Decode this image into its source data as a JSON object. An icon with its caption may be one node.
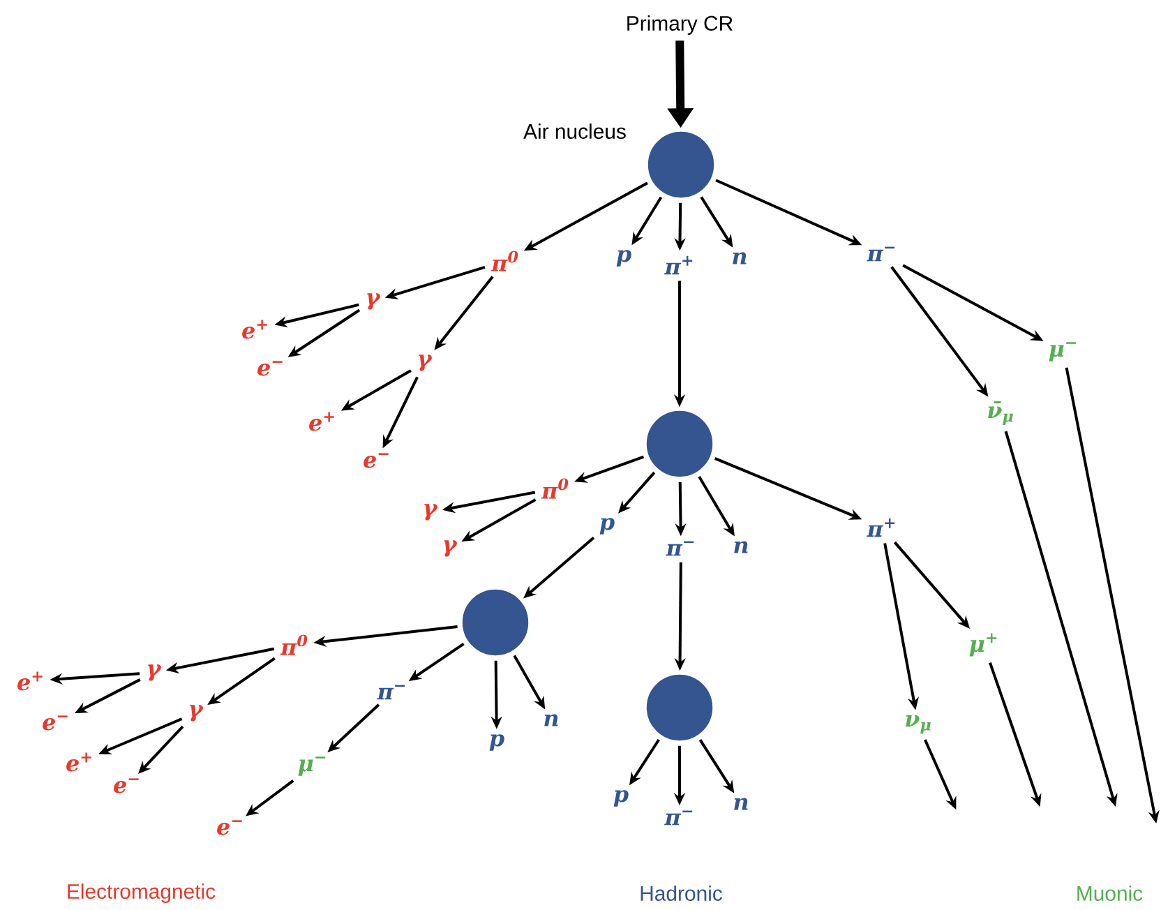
{
  "diagram": {
    "nodes": [
      {
        "text": [
          "Primary CR"
        ]
      },
      {
        "text": [],
        "shape": "circle",
        "beside": [
          "Air nucleus"
        ]
      },
      {
        "text": [
          "π$^{0}$"
        ]
      },
      {
        "text": [
          "p"
        ]
      },
      {
        "text": [
          "π$^{+}$"
        ]
      },
      {
        "text": [
          "n"
        ]
      },
      {
        "text": [
          "π$^{−}$"
        ]
      },
      {
        "text": [
          "γ"
        ]
      },
      {
        "text": [
          "e$^{+}$"
        ]
      },
      {
        "text": [
          "e$^{−}$"
        ]
      },
      {
        "text": [
          "γ"
        ]
      },
      {
        "text": [
          "e$^{+}$"
        ]
      },
      {
        "text": [
          "e$^{−}$"
        ]
      },
      {
        "text": [
          "μ$^{−}$"
        ]
      },
      {
        "text": [
          "ν̄$_{μ}$"
        ]
      },
      {
        "text": [],
        "shape": "circle"
      },
      {
        "text": [
          "π$^{0}$"
        ]
      },
      {
        "text": [
          "γ"
        ]
      },
      {
        "text": [
          "γ"
        ]
      },
      {
        "text": [
          "p"
        ]
      },
      {
        "text": [
          "π$^{−}$"
        ]
      },
      {
        "text": [
          "n"
        ]
      },
      {
        "text": [
          "π$^{+}$"
        ]
      },
      {
        "text": [],
        "shape": "circle"
      },
      {
        "text": [
          "π$^{0}$"
        ]
      },
      {
        "text": [
          "γ"
        ]
      },
      {
        "text": [
          "e$^{+}$"
        ]
      },
      {
        "text": [
          "e$^{−}$"
        ]
      },
      {
        "text": [
          "γ"
        ]
      },
      {
        "text": [
          "e$^{+}$"
        ]
      },
      {
        "text": [
          "e$^{−}$"
        ]
      },
      {
        "text": [
          "π$^{−}$"
        ]
      },
      {
        "text": [
          "μ$^{−}$"
        ]
      },
      {
        "text": [
          "e$^{−}$"
        ]
      },
      {
        "text": [
          "p"
        ]
      },
      {
        "text": [
          "n"
        ]
      },
      {
        "text": [
          "ν$_{μ}$"
        ]
      },
      {
        "text": [
          "μ$^{+}$"
        ]
      },
      {
        "text": [],
        "shape": "circle"
      },
      {
        "text": [
          "p"
        ]
      },
      {
        "text": [
          "π$^{−}$"
        ]
      },
      {
        "text": [
          "n"
        ]
      }
    ],
    "edges": [
      {
        "from": 0,
        "to": 1,
        "arrow": "to",
        "style": "thick"
      },
      {
        "from": 1,
        "to": 2,
        "arrow": "to"
      },
      {
        "from": 1,
        "to": 3,
        "arrow": "to"
      },
      {
        "from": 1,
        "to": 4,
        "arrow": "to"
      },
      {
        "from": 1,
        "to": 5,
        "arrow": "to"
      },
      {
        "from": 1,
        "to": 6,
        "arrow": "to"
      },
      {
        "from": 2,
        "to": 7,
        "arrow": "to"
      },
      {
        "from": 2,
        "to": 10,
        "arrow": "to"
      },
      {
        "from": 7,
        "to": 8,
        "arrow": "to"
      },
      {
        "from": 7,
        "to": 9,
        "arrow": "to"
      },
      {
        "from": 10,
        "to": 11,
        "arrow": "to"
      },
      {
        "from": 10,
        "to": 12,
        "arrow": "to"
      },
      {
        "from": 4,
        "to": 15,
        "arrow": "to"
      },
      {
        "from": 6,
        "to": 13,
        "arrow": "to"
      },
      {
        "from": 6,
        "to": 14,
        "arrow": "to"
      },
      {
        "from": 15,
        "to": 16,
        "arrow": "to"
      },
      {
        "from": 15,
        "to": 19,
        "arrow": "to"
      },
      {
        "from": 15,
        "to": 20,
        "arrow": "to"
      },
      {
        "from": 15,
        "to": 21,
        "arrow": "to"
      },
      {
        "from": 15,
        "to": 22,
        "arrow": "to"
      },
      {
        "from": 16,
        "to": 17,
        "arrow": "to"
      },
      {
        "from": 16,
        "to": 18,
        "arrow": "to"
      },
      {
        "from": 19,
        "to": 23,
        "arrow": "to"
      },
      {
        "from": 23,
        "to": 24,
        "arrow": "to"
      },
      {
        "from": 23,
        "to": 31,
        "arrow": "to"
      },
      {
        "from": 23,
        "to": 34,
        "arrow": "to"
      },
      {
        "from": 23,
        "to": 35,
        "arrow": "to"
      },
      {
        "from": 24,
        "to": 25,
        "arrow": "to"
      },
      {
        "from": 24,
        "to": 28,
        "arrow": "to"
      },
      {
        "from": 25,
        "to": 26,
        "arrow": "to"
      },
      {
        "from": 25,
        "to": 27,
        "arrow": "to"
      },
      {
        "from": 28,
        "to": 29,
        "arrow": "to"
      },
      {
        "from": 28,
        "to": 30,
        "arrow": "to"
      },
      {
        "from": 31,
        "to": 32,
        "arrow": "to"
      },
      {
        "from": 32,
        "to": 33,
        "arrow": "to"
      },
      {
        "from": 20,
        "to": 38,
        "arrow": "to"
      },
      {
        "from": 38,
        "to": 39,
        "arrow": "to"
      },
      {
        "from": 38,
        "to": 40,
        "arrow": "to"
      },
      {
        "from": 38,
        "to": 41,
        "arrow": "to"
      },
      {
        "from": 22,
        "to": 36,
        "arrow": "to"
      },
      {
        "from": 22,
        "to": 37,
        "arrow": "to"
      },
      {
        "from": 36,
        "to": null,
        "arrow": "to"
      },
      {
        "from": 37,
        "to": null,
        "arrow": "to"
      },
      {
        "from": 14,
        "to": null,
        "arrow": "to"
      },
      {
        "from": 13,
        "to": null,
        "arrow": "to"
      }
    ],
    "labels": [
      "Electromagnetic",
      "Hadronic",
      "Muonic"
    ]
  }
}
